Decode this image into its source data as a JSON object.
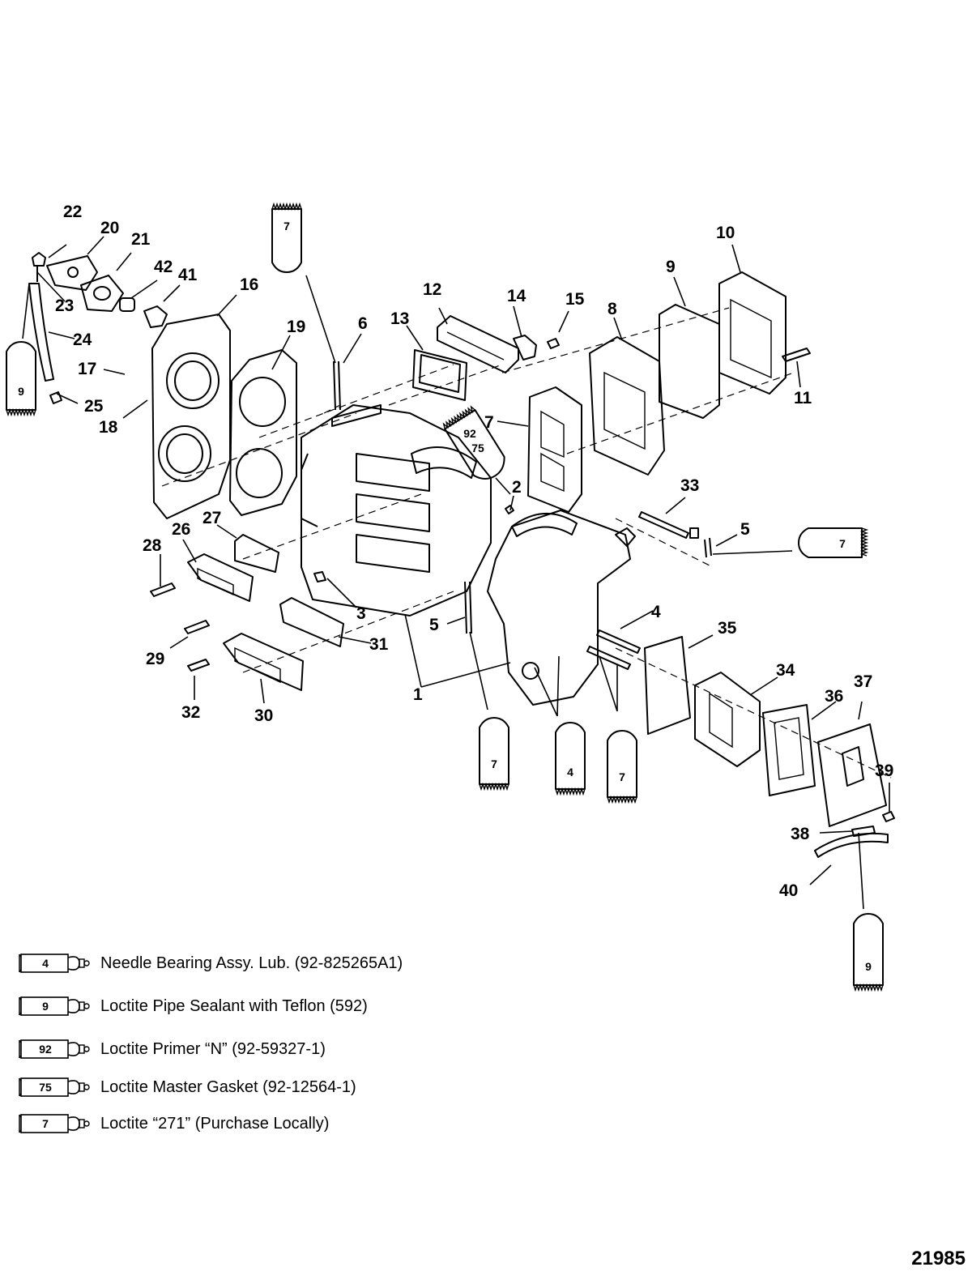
{
  "figure_number": "21985",
  "callouts": [
    {
      "id": "c22",
      "text": "22"
    },
    {
      "id": "c20",
      "text": "20"
    },
    {
      "id": "c21",
      "text": "21"
    },
    {
      "id": "c42",
      "text": "42"
    },
    {
      "id": "c41",
      "text": "41"
    },
    {
      "id": "c16",
      "text": "16"
    },
    {
      "id": "c23",
      "text": "23"
    },
    {
      "id": "c24",
      "text": "24"
    },
    {
      "id": "c17",
      "text": "17"
    },
    {
      "id": "c25",
      "text": "25"
    },
    {
      "id": "c18",
      "text": "18"
    },
    {
      "id": "c19",
      "text": "19"
    },
    {
      "id": "c6",
      "text": "6"
    },
    {
      "id": "c13",
      "text": "13"
    },
    {
      "id": "c12",
      "text": "12"
    },
    {
      "id": "c14",
      "text": "14"
    },
    {
      "id": "c15",
      "text": "15"
    },
    {
      "id": "c8",
      "text": "8"
    },
    {
      "id": "c9",
      "text": "9"
    },
    {
      "id": "c10",
      "text": "10"
    },
    {
      "id": "c11",
      "text": "11"
    },
    {
      "id": "c7b",
      "text": "7"
    },
    {
      "id": "c2",
      "text": "2"
    },
    {
      "id": "c33",
      "text": "33"
    },
    {
      "id": "c5a",
      "text": "5"
    },
    {
      "id": "c27",
      "text": "27"
    },
    {
      "id": "c26",
      "text": "26"
    },
    {
      "id": "c28",
      "text": "28"
    },
    {
      "id": "c3",
      "text": "3"
    },
    {
      "id": "c29",
      "text": "29"
    },
    {
      "id": "c31",
      "text": "31"
    },
    {
      "id": "c5b",
      "text": "5"
    },
    {
      "id": "c4",
      "text": "4"
    },
    {
      "id": "c35",
      "text": "35"
    },
    {
      "id": "c34",
      "text": "34"
    },
    {
      "id": "c36",
      "text": "36"
    },
    {
      "id": "c37",
      "text": "37"
    },
    {
      "id": "c32",
      "text": "32"
    },
    {
      "id": "c30",
      "text": "30"
    },
    {
      "id": "c1",
      "text": "1"
    },
    {
      "id": "c39",
      "text": "39"
    },
    {
      "id": "c38",
      "text": "38"
    },
    {
      "id": "c40",
      "text": "40"
    }
  ],
  "tubes": [
    {
      "id": "t7top",
      "num": "7"
    },
    {
      "id": "t9left",
      "num": "9"
    },
    {
      "id": "t92a",
      "num": "92"
    },
    {
      "id": "t92b",
      "num": "75"
    },
    {
      "id": "t7right",
      "num": "7"
    },
    {
      "id": "t7bot1",
      "num": "7"
    },
    {
      "id": "t4bot",
      "num": "4"
    },
    {
      "id": "t7bot2",
      "num": "7"
    },
    {
      "id": "t9bot",
      "num": "9"
    }
  ],
  "legend": [
    {
      "tube": "4",
      "text": "Needle Bearing Assy. Lub. (92-825265A1)"
    },
    {
      "tube": "9",
      "text": "Loctite Pipe Sealant with Teflon (592)"
    },
    {
      "tube": "92",
      "text": "Loctite Primer “N” (92-59327-1)"
    },
    {
      "tube": "75",
      "text": "Loctite Master Gasket (92-12564-1)"
    },
    {
      "tube": "7",
      "text": "Loctite “271” (Purchase Locally)"
    }
  ]
}
